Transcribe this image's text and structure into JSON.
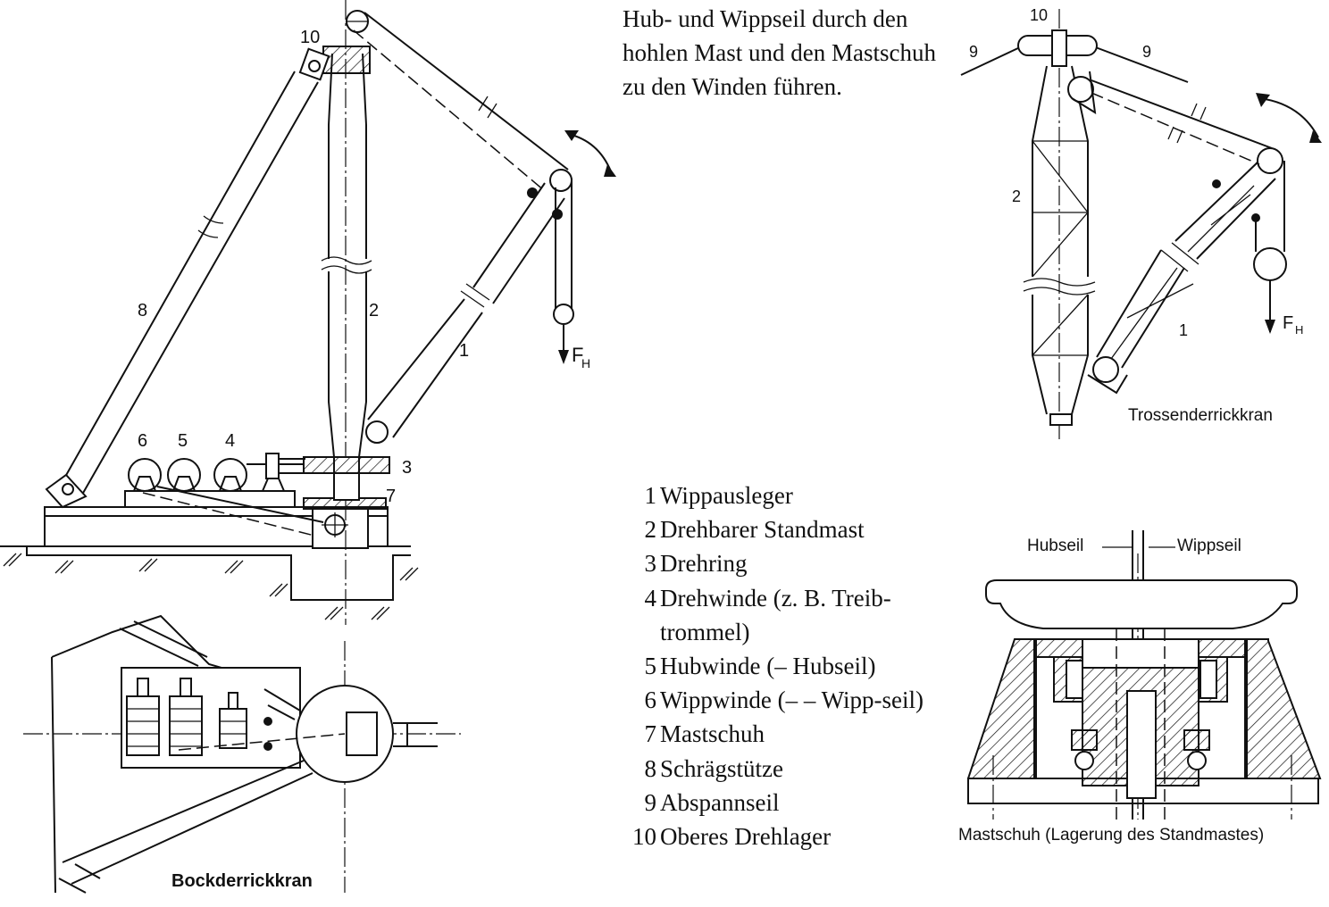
{
  "intro_text": "Hub- und Wippseil durch den hohlen Mast und den Mastschuh zu den Winden führen.",
  "legend": [
    {
      "num": "1",
      "text": "Wippausleger"
    },
    {
      "num": "2",
      "text": "Drehbarer Standmast"
    },
    {
      "num": "3",
      "text": "Drehring"
    },
    {
      "num": "4",
      "text": "Drehwinde (z. B. Treib-trommel)"
    },
    {
      "num": "5",
      "text": "Hubwinde (– Hubseil)"
    },
    {
      "num": "6",
      "text": "Wippwinde (– – Wipp-seil)"
    },
    {
      "num": "7",
      "text": "Mastschuh"
    },
    {
      "num": "8",
      "text": "Schrägstütze"
    },
    {
      "num": "9",
      "text": "Abspannseil"
    },
    {
      "num": "10",
      "text": "Oberes Drehlager"
    }
  ],
  "captions": {
    "bockderrick": "Bockderrickkran",
    "trossenderrick": "Trossenderrickkran",
    "mastschuh": "Mastschuh (Lagerung des Standmastes)",
    "hubseil": "Hubseil",
    "wippseil": "Wippseil",
    "force_main": "F",
    "force_main_sub": "H",
    "force_right": "F",
    "force_right_sub": "H"
  },
  "part_labels": {
    "l1": "1",
    "l2": "2",
    "l3": "3",
    "l4": "4",
    "l5": "5",
    "l6": "6",
    "l7": "7",
    "l8": "8",
    "l10": "10",
    "r1": "1",
    "r2": "2",
    "r9a": "9",
    "r9b": "9",
    "r10": "10"
  }
}
